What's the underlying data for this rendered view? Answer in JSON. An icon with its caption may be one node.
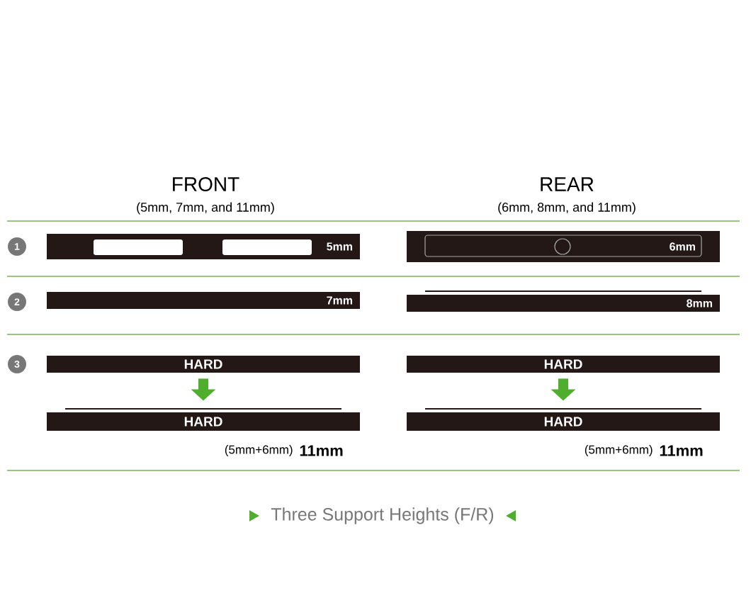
{
  "diagram": {
    "caption": "Three Support Heights (F/R)",
    "nodes": [
      {
        "text": [
          "5mm"
        ]
      },
      {
        "text": [
          "6mm"
        ]
      },
      {
        "text": [
          "7mm"
        ]
      },
      {
        "text": [
          "8mm"
        ]
      },
      {
        "text": [
          "HARD"
        ]
      },
      {
        "text": [
          "HARD"
        ]
      },
      {
        "text": [
          "HARD"
        ]
      },
      {
        "text": [
          "HARD"
        ]
      }
    ],
    "edges": [
      {
        "from": 4,
        "to": 6,
        "arrow": "to"
      },
      {
        "from": 5,
        "to": 7,
        "arrow": "to"
      }
    ],
    "labels": [
      "FRONT",
      "(5mm, 7mm, and 11mm)",
      "REAR",
      "(6mm, 8mm, and 11mm)",
      "1",
      "2",
      "3",
      "(5mm+6mm)",
      "11mm",
      "(5mm+6mm)",
      "11mm"
    ]
  }
}
